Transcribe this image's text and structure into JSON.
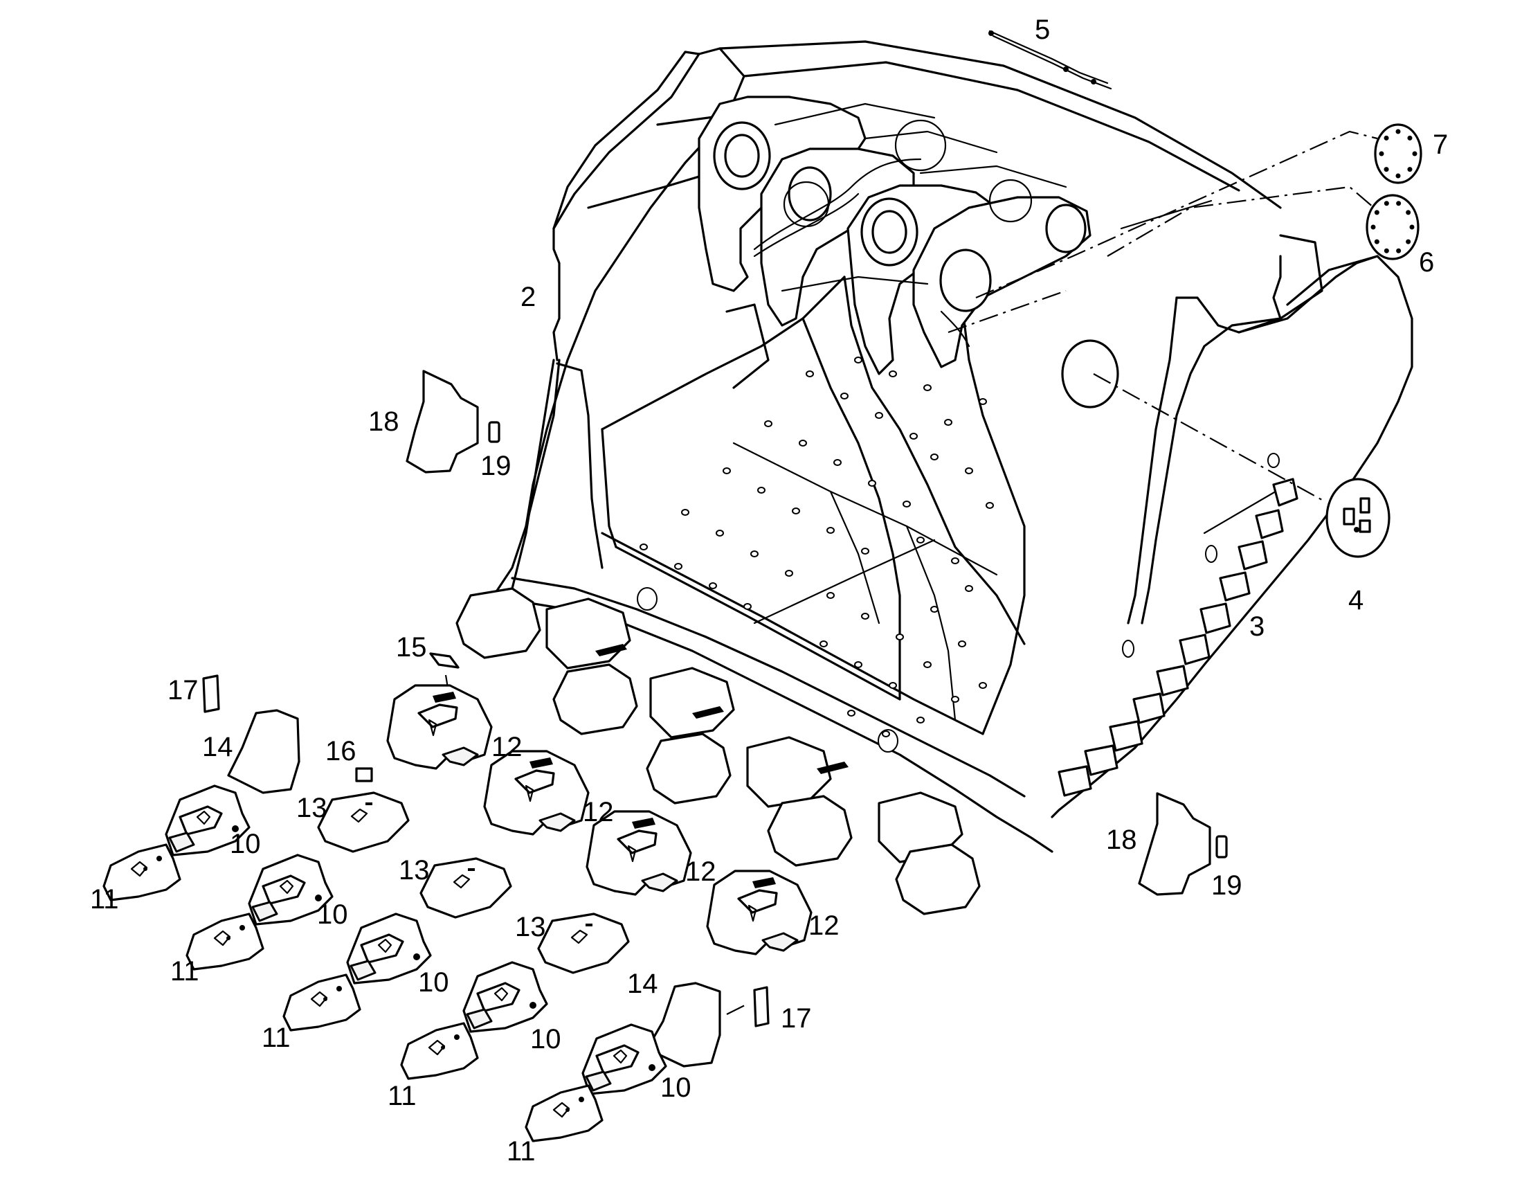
{
  "diagram": {
    "callouts": [
      {
        "id": "c2",
        "text": "2"
      },
      {
        "id": "c3",
        "text": "3"
      },
      {
        "id": "c4",
        "text": "4"
      },
      {
        "id": "c5",
        "text": "5"
      },
      {
        "id": "c6",
        "text": "6"
      },
      {
        "id": "c7",
        "text": "7"
      },
      {
        "id": "c10",
        "text": "10"
      },
      {
        "id": "c11",
        "text": "11"
      },
      {
        "id": "c12",
        "text": "12"
      },
      {
        "id": "c13",
        "text": "13"
      },
      {
        "id": "c14",
        "text": "14"
      },
      {
        "id": "c15",
        "text": "15"
      },
      {
        "id": "c16",
        "text": "16"
      },
      {
        "id": "c17",
        "text": "17"
      },
      {
        "id": "c18",
        "text": "18"
      },
      {
        "id": "c19",
        "text": "19"
      }
    ]
  }
}
